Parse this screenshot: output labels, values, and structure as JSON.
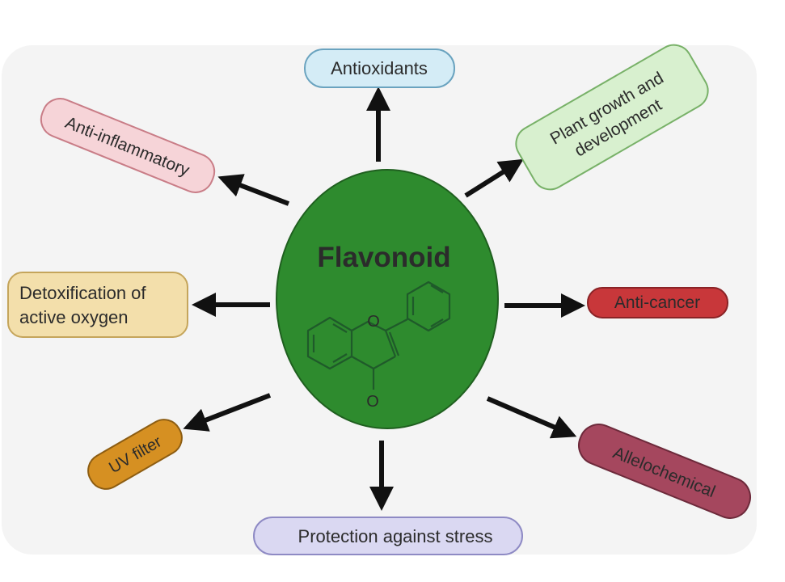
{
  "center": {
    "label": "Flavonoid",
    "fill": "#2e8b2e",
    "stroke": "#1f5f1f",
    "structure_color": "#1f5a2a"
  },
  "effects": {
    "antioxidants": {
      "label": "Antioxidants",
      "fill": "#d4ecf6",
      "stroke": "#6aa3bf"
    },
    "plant_growth": {
      "line1": "Plant growth and",
      "line2": "development",
      "fill": "#d8f0cf",
      "stroke": "#78b168"
    },
    "anti_cancer": {
      "label": "Anti-cancer",
      "fill": "#c8373a",
      "stroke": "#8a2326"
    },
    "allelochemical": {
      "label": "Allelochemical",
      "fill": "#a5475e",
      "stroke": "#6d2a3b"
    },
    "protection": {
      "label": "Protection against stress",
      "fill": "#dad8f2",
      "stroke": "#8e8ac4"
    },
    "uv_filter": {
      "label": "UV filter",
      "fill": "#d69022",
      "stroke": "#8d5d12"
    },
    "detoxification": {
      "line1": "Detoxification of",
      "line2": "active oxygen",
      "fill": "#f3dfab",
      "stroke": "#c5a55b"
    },
    "anti_inflammatory": {
      "label": "Anti-inflammatory",
      "fill": "#f6d4d8",
      "stroke": "#c97d87"
    }
  },
  "arrow_color": "#111111"
}
